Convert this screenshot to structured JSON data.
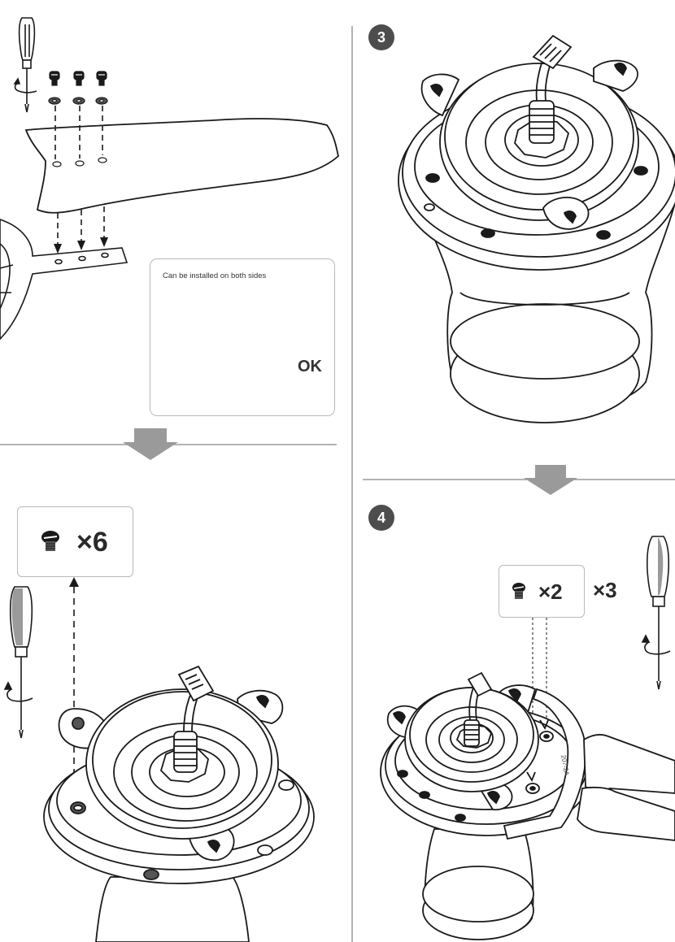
{
  "steps": {
    "step3": {
      "number": "3"
    },
    "step4": {
      "number": "4"
    }
  },
  "note": {
    "text": "Can be installed on both sides",
    "ok_label": "OK",
    "warning_icon": "warning-triangle-icon",
    "check_icon": "checkmark-icon"
  },
  "quantities": {
    "screws_x6": "×6",
    "screws_x2": "×2",
    "sets_x3": "×3"
  },
  "part_label": "207-2A",
  "colors": {
    "badge": "#4d4d4d",
    "arrow": "#9a9a9a",
    "divider": "#9a9a9a",
    "box_border": "#b9b9b9",
    "blade_light": "#d9d9d9",
    "blade_dark": "#7a7a7a",
    "line": "#1a1a1a"
  }
}
